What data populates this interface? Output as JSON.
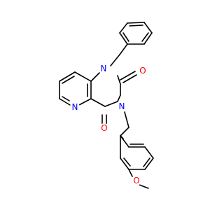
{
  "molecule": {
    "atoms": [
      {
        "id": "n1",
        "symbol": "N",
        "color": "#0000ff"
      },
      {
        "id": "n3",
        "symbol": "N",
        "color": "#0000ff"
      },
      {
        "id": "n5",
        "symbol": "N",
        "color": "#0000ff"
      },
      {
        "id": "o2",
        "symbol": "O",
        "color": "#ff0000"
      },
      {
        "id": "o4",
        "symbol": "O",
        "color": "#ff0000"
      },
      {
        "id": "o_me",
        "symbol": "O",
        "color": "#ff0000"
      }
    ],
    "bond_color": "#000000"
  }
}
